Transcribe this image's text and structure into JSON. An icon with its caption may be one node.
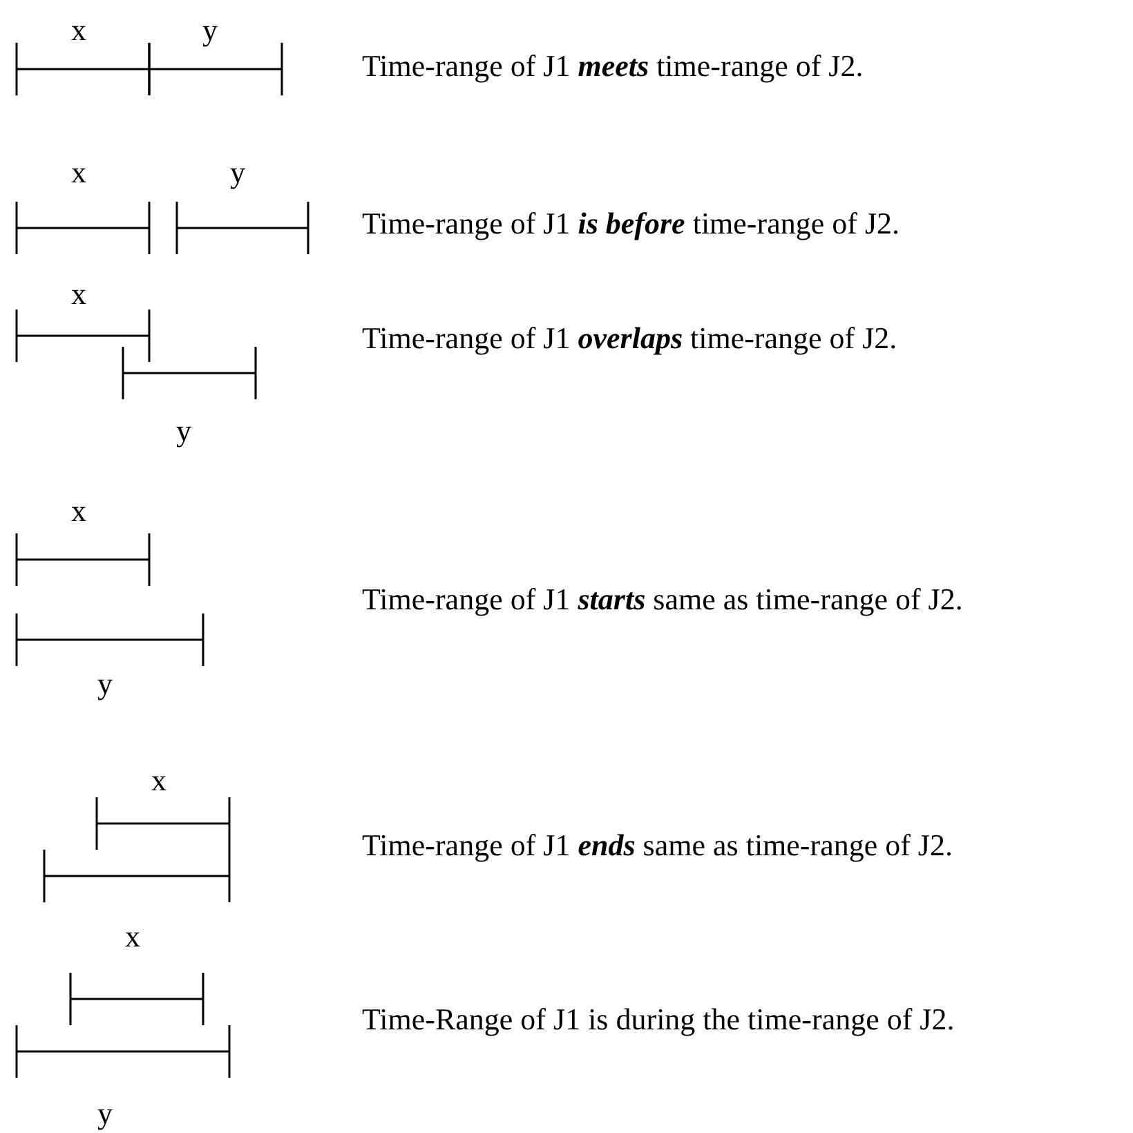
{
  "diagram": {
    "labels": [
      "x",
      "y",
      "Time-range of J1 **meets** time-range of J2.",
      "x",
      "y",
      "Time-range of J1 **is before** time-range of J2.",
      "x",
      "Time-range of J1 **overlaps** time-range of J2.",
      "y",
      "x",
      "Time-range of J1 **starts** same as time-range of J2.",
      "y",
      "x",
      "Time-range of J1 **ends** same as time-range of J2.",
      "x",
      "Time-Range of J1 is during the time-range of J2.",
      "y"
    ]
  }
}
